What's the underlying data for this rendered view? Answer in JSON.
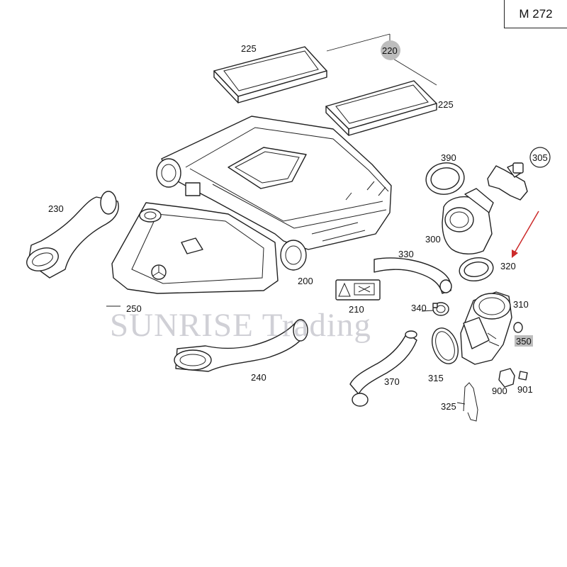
{
  "model_code": "M 272",
  "watermark": "SUNRISE Trading",
  "part_labels": {
    "p200": "200",
    "p210": "210",
    "p220": "220",
    "p225a": "225",
    "p225b": "225",
    "p230": "230",
    "p240": "240",
    "p250": "250",
    "p300": "300",
    "p305": "305",
    "p310": "310",
    "p315": "315",
    "p320": "320",
    "p325": "325",
    "p330": "330",
    "p340": "340",
    "p350": "350",
    "p370": "370",
    "p390": "390",
    "p900": "900",
    "p901": "901"
  },
  "highlighted_callouts": [
    "220",
    "305",
    "350"
  ],
  "annotation_arrow_color": "#cc2b2b"
}
